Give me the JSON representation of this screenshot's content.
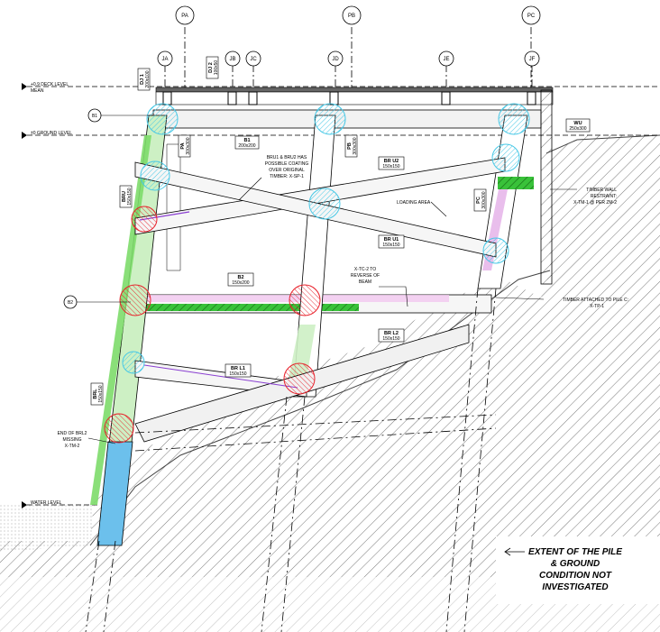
{
  "grid_labels": [
    "PA",
    "PB",
    "PC"
  ],
  "joint_labels": [
    "JA",
    "JB",
    "JC",
    "JD",
    "JE",
    "JF"
  ],
  "levels": {
    "deck": "+0.9 DECK LEVEL",
    "deck_sub": "MEAN",
    "ground": "±0 GROUND LEVEL",
    "water": "WATER LEVEL"
  },
  "section_markers": [
    "B1",
    "B2"
  ],
  "member_tags": {
    "dj1": "DJ 1",
    "dj1_size": "200x100",
    "dj2": "DJ 2",
    "dj2_size": "100x50",
    "wu": "WU",
    "wu_size": "250x300",
    "b1": "B1",
    "b1_size": "200x200",
    "b2": "B2",
    "b2_size": "150x200",
    "pa": "PA",
    "pa_size": "300x300",
    "pb": "PB",
    "pb_size": "300x300",
    "bru": "BRU",
    "bru_size": "150x150",
    "bru1": "BR U1",
    "bru1_size": "150x150",
    "bru2": "BR U2",
    "bru2_size": "150x150",
    "brl1": "BR L1",
    "brl1_size": "150x150",
    "brl2": "BR L2",
    "brl2_size": "150x150",
    "brl": "BRL",
    "brl_size": "150x150",
    "pc": "PC",
    "pc_size": "300x300"
  },
  "callouts": {
    "coating": [
      "BRU1 & BRU2 HAS",
      "POSSIBLE COATING",
      "OVER ORIGINAL",
      "TIMBER: X-SP-1"
    ],
    "loading": "LOADING AREA",
    "xtc": [
      "X-TC-2 TO",
      "REVERSE OF",
      "BEAM"
    ],
    "restraint": [
      "TIMBER WALL",
      "RESTRAINT:",
      "X-TM-1 @ PER ZM-2"
    ],
    "attached": [
      "TIMBER ATTACHED TO PILE C:",
      "X-TP-1"
    ],
    "brl2_missing": [
      "END OF BRL2",
      "MISSING",
      "X-TM-2"
    ]
  },
  "extent_note": [
    "EXTENT OF THE PILE",
    "& GROUND",
    "CONDITION NOT",
    "INVESTIGATED"
  ],
  "colors": {
    "pile_green": "#7ddc6a",
    "pile_light_green": "#cdf0c4",
    "damage_red": "#e8202a",
    "cyan_hatch": "#47c8e6",
    "magenta": "#d96bd9",
    "purple": "#8a3fd1",
    "blue_concrete": "#6cc0ec",
    "green_beam": "#39c23a"
  }
}
